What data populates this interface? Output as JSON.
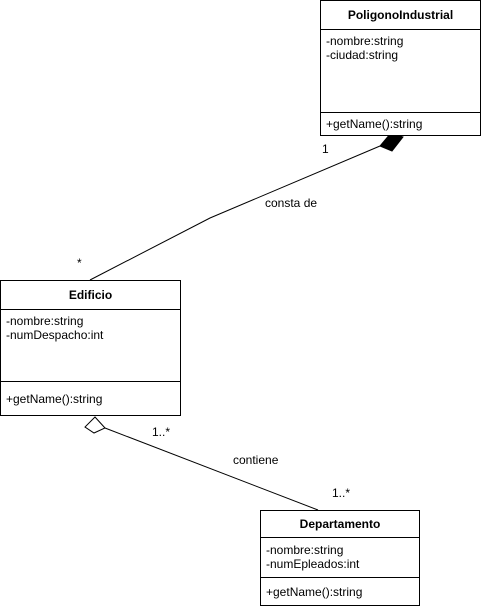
{
  "classes": {
    "poligono": {
      "name": "PoligonoIndustrial",
      "attributes": [
        "-nombre:string",
        "-ciudad:string"
      ],
      "operations": [
        "+getName():string"
      ]
    },
    "edificio": {
      "name": "Edificio",
      "attributes": [
        "-nombre:string",
        "-numDespacho:int"
      ],
      "operations": [
        "+getName():string"
      ]
    },
    "departamento": {
      "name": "Departamento",
      "attributes": [
        "-nombre:string",
        "-numEpleados:int"
      ],
      "operations": [
        "+getName():string"
      ]
    }
  },
  "associations": {
    "composition": {
      "label": "consta de",
      "whole_multiplicity": "1",
      "part_multiplicity": "*"
    },
    "aggregation": {
      "label": "contiene",
      "whole_multiplicity": "1..*",
      "part_multiplicity": "1..*"
    }
  }
}
